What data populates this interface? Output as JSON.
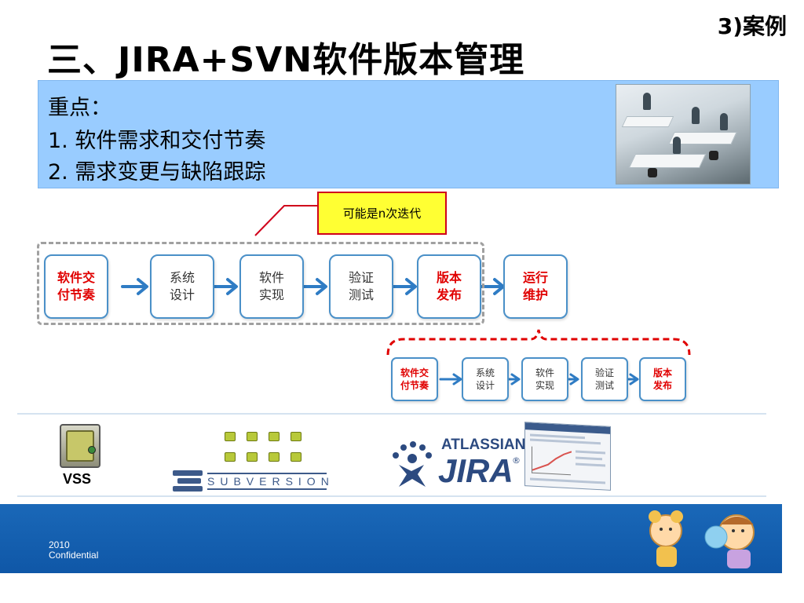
{
  "header": {
    "corner_label": "3)案例",
    "title": "三、JIRA+SVN软件版本管理"
  },
  "keypoints": {
    "heading": "重点：",
    "items": [
      "1. 软件需求和交付节奏",
      "2. 需求变更与缺陷跟踪"
    ]
  },
  "callout": {
    "text": "可能是n次迭代"
  },
  "main_flow": [
    {
      "line1": "软件交",
      "line2": "付节奏",
      "style": "red"
    },
    {
      "line1": "系统",
      "line2": "设计",
      "style": "grey"
    },
    {
      "line1": "软件",
      "line2": "实现",
      "style": "grey"
    },
    {
      "line1": "验证",
      "line2": "测试",
      "style": "grey"
    },
    {
      "line1": "版本",
      "line2": "发布",
      "style": "red"
    },
    {
      "line1": "运行",
      "line2": "维护",
      "style": "red"
    }
  ],
  "iteration_flow": [
    {
      "line1": "软件交",
      "line2": "付节奏",
      "style": "red"
    },
    {
      "line1": "系统",
      "line2": "设计",
      "style": "grey"
    },
    {
      "line1": "软件",
      "line2": "实现",
      "style": "grey"
    },
    {
      "line1": "验证",
      "line2": "测试",
      "style": "grey"
    },
    {
      "line1": "版本",
      "line2": "发布",
      "style": "red"
    }
  ],
  "tools": {
    "vss_label": "VSS",
    "svn_logo_text": "SUBVERSION",
    "atlassian_text": "ATLASSIAN",
    "jira_text": "JIRA",
    "jira_reg": "®"
  },
  "footer": {
    "year": "2010",
    "confidential": "Confidential"
  },
  "colors": {
    "accent_blue": "#99ccff",
    "footer_blue": "#1a68b8",
    "highlight_red": "#e00000",
    "note_yellow": "#ffff33"
  }
}
